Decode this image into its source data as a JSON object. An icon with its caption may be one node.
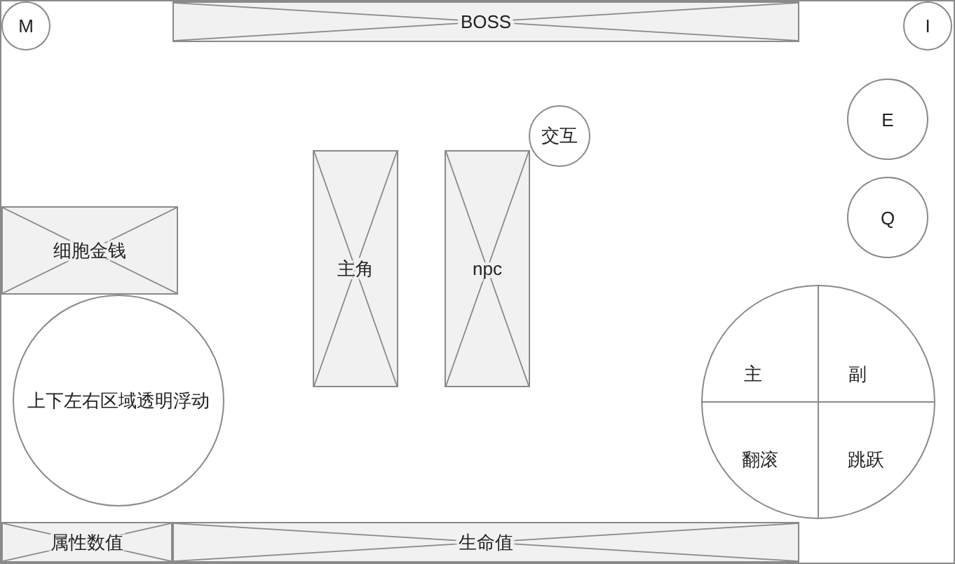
{
  "diagram": {
    "nodes": [
      {
        "text": [
          "M"
        ]
      },
      {
        "text": [
          "BOSS"
        ]
      },
      {
        "text": [
          "I"
        ]
      },
      {
        "text": [
          "E"
        ]
      },
      {
        "text": [
          "交互"
        ]
      },
      {
        "text": [
          "主角"
        ]
      },
      {
        "text": [
          "npc"
        ]
      },
      {
        "text": [
          "细胞金钱"
        ]
      },
      {
        "text": [
          "Q"
        ]
      },
      {
        "text": [
          "上下左右区域透明浮动"
        ]
      },
      {
        "text": [],
        "shape": "circle"
      },
      {
        "text": [
          "主"
        ],
        "in": 10
      },
      {
        "text": [
          "副"
        ],
        "in": 10
      },
      {
        "text": [
          "翻滚"
        ],
        "in": 10
      },
      {
        "text": [
          "跳跃"
        ],
        "in": 10
      },
      {
        "text": [
          "属性数值"
        ]
      },
      {
        "text": [
          "生命值"
        ]
      }
    ]
  }
}
